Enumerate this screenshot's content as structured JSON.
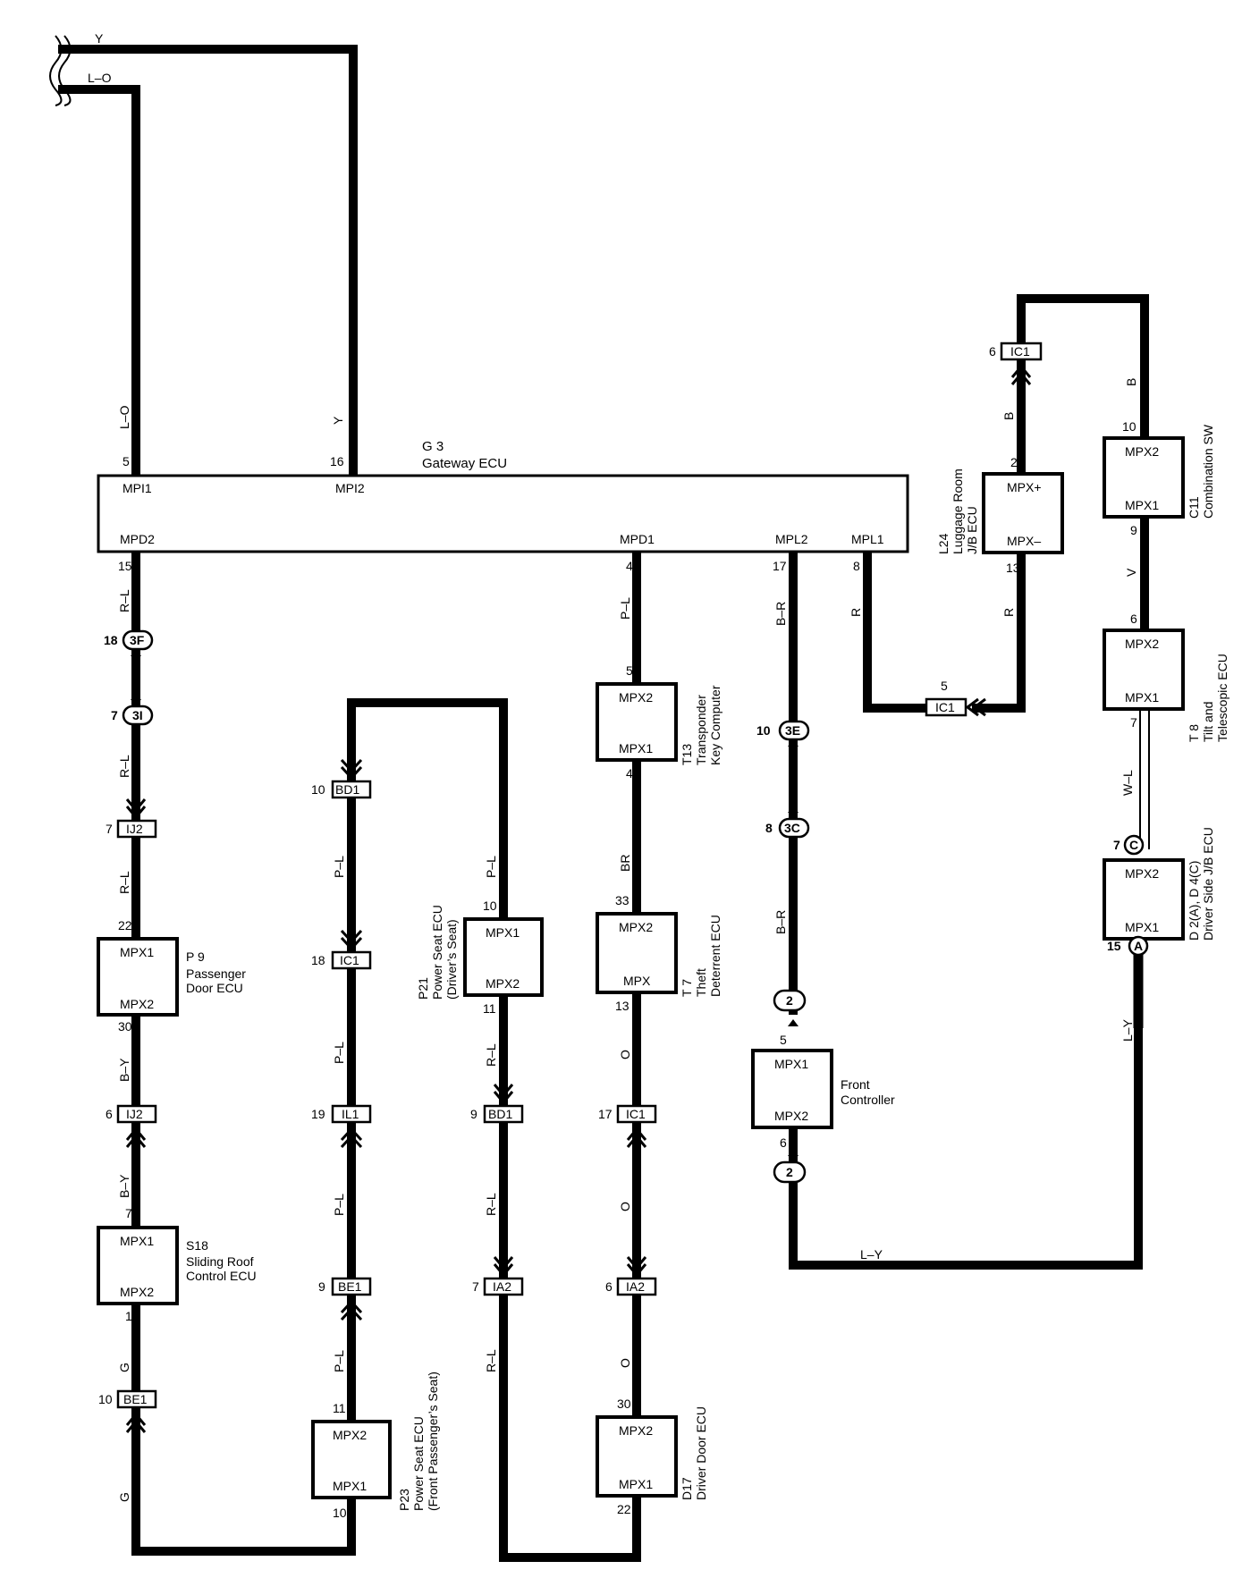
{
  "input_wires": {
    "y": "Y",
    "lo": "L–O"
  },
  "gateway": {
    "code": "G 3",
    "name": "Gateway ECU",
    "pins": {
      "mpi1": {
        "num": "5",
        "name": "MPI1"
      },
      "mpi2": {
        "num": "16",
        "name": "MPI2"
      },
      "mpd2": {
        "num": "15",
        "name": "MPD2"
      },
      "mpd1": {
        "num": "4",
        "name": "MPD1"
      },
      "mpl2": {
        "num": "17",
        "name": "MPL2"
      },
      "mpl1": {
        "num": "8",
        "name": "MPL1"
      }
    }
  },
  "wire_colors": {
    "lo": "L–O",
    "y": "Y",
    "rl": "R–L",
    "by": "B–Y",
    "g": "G",
    "pl": "P–L",
    "br": "BR",
    "o": "O",
    "b_r": "B–R",
    "r": "R",
    "b": "B",
    "v": "V",
    "wl": "W–L",
    "ly": "L–Y"
  },
  "connectors": {
    "c3F": {
      "code": "3F",
      "pin": "18"
    },
    "c3I": {
      "code": "3I",
      "pin": "7"
    },
    "c3E": {
      "code": "3E",
      "pin": "10"
    },
    "c3C": {
      "code": "3C",
      "pin": "8"
    },
    "c2a": {
      "code": "2"
    },
    "c2b": {
      "code": "2"
    },
    "cC": {
      "code": "C",
      "pin": "7"
    },
    "cA": {
      "code": "A",
      "pin": "15"
    },
    "ij2a": {
      "code": "IJ2",
      "pin": "7"
    },
    "ij2b": {
      "code": "IJ2",
      "pin": "6"
    },
    "be1a": {
      "code": "BE1",
      "pin": "10"
    },
    "be1b": {
      "code": "BE1",
      "pin": "9"
    },
    "bd1a": {
      "code": "BD1",
      "pin": "10"
    },
    "bd1b": {
      "code": "BD1",
      "pin": "9"
    },
    "ic1a": {
      "code": "IC1",
      "pin": "18"
    },
    "ic1b": {
      "code": "IC1",
      "pin": "17"
    },
    "ic1c": {
      "code": "IC1",
      "pin": "5"
    },
    "ic1d": {
      "code": "IC1",
      "pin": "6"
    },
    "il1": {
      "code": "IL1",
      "pin": "19"
    },
    "ia2a": {
      "code": "IA2",
      "pin": "7"
    },
    "ia2b": {
      "code": "IA2",
      "pin": "6"
    }
  },
  "components": {
    "p9": {
      "code": "P 9",
      "name1": "Passenger",
      "name2": "Door ECU",
      "top": "MPX1",
      "bottom": "MPX2",
      "pin_top": "22",
      "pin_bottom": "30"
    },
    "s18": {
      "code": "S18",
      "name1": "Sliding Roof",
      "name2": "Control ECU",
      "top": "MPX1",
      "bottom": "MPX2",
      "pin_top": "7",
      "pin_bottom": "1"
    },
    "p23": {
      "code": "P23",
      "name1": "Power Seat ECU",
      "name2": "(Front Passenger’s Seat)",
      "top": "MPX2",
      "bottom": "MPX1",
      "pin_top": "11",
      "pin_bottom": "10"
    },
    "p21": {
      "code": "P21",
      "name1": "Power Seat ECU",
      "name2": "(Driver’s Seat)",
      "top": "MPX1",
      "bottom": "MPX2",
      "pin_top": "10",
      "pin_bottom": "11"
    },
    "t13": {
      "code": "T13",
      "name1": "Transponder",
      "name2": "Key Computer",
      "top": "MPX2",
      "bottom": "MPX1",
      "pin_top": "5",
      "pin_bottom": "4"
    },
    "t7": {
      "code": "T 7",
      "name1": "Theft",
      "name2": "Deterrent ECU",
      "top": "MPX2",
      "bottom": "MPX",
      "pin_top": "33",
      "pin_bottom": "13"
    },
    "d17": {
      "code": "D17",
      "name1": "Driver Door ECU",
      "top": "MPX2",
      "bottom": "MPX1",
      "pin_top": "30",
      "pin_bottom": "22"
    },
    "front": {
      "name1": "Front",
      "name2": "Controller",
      "top": "MPX1",
      "bottom": "MPX2",
      "pin_top": "5",
      "pin_bottom": "6"
    },
    "l24": {
      "code": "L24",
      "name1": "Luggage Room",
      "name2": "J/B ECU",
      "top": "MPX+",
      "bottom": "MPX–",
      "pin_top": "2",
      "pin_bottom": "13"
    },
    "c11": {
      "code": "C11",
      "name1": "Combination SW",
      "top": "MPX2",
      "bottom": "MPX1",
      "pin_top": "10",
      "pin_bottom": "9"
    },
    "t8": {
      "code": "T 8",
      "name1": "Tilt and",
      "name2": "Telescopic ECU",
      "top": "MPX2",
      "bottom": "MPX1",
      "pin_top": "6",
      "pin_bottom": "7"
    },
    "d2": {
      "code": "D 2(A), D 4(C)",
      "name1": "Driver Side J/B ECU",
      "top": "MPX2",
      "bottom": "MPX1"
    }
  }
}
